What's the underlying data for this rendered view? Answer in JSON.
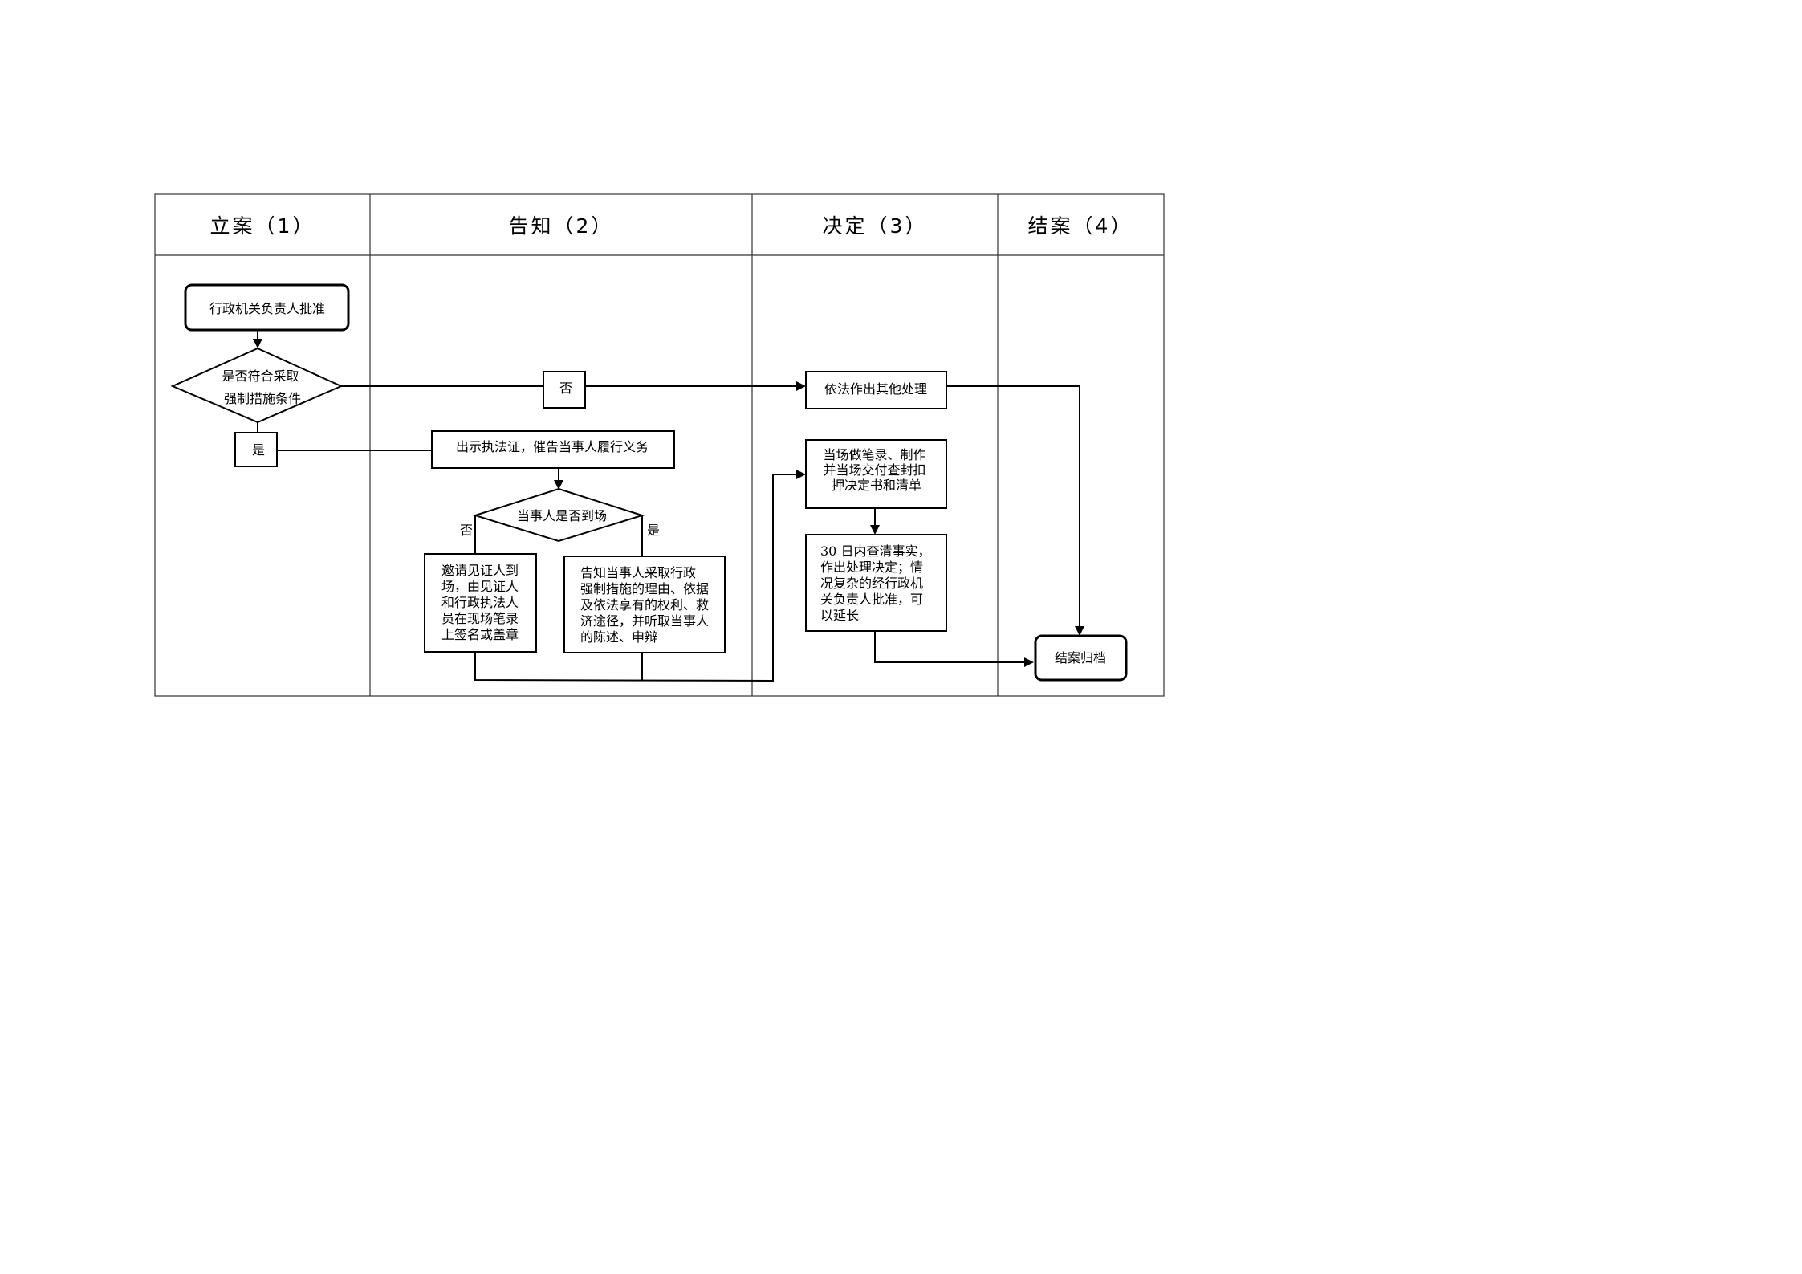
{
  "lanes": [
    {
      "id": "lane-1",
      "title": "立案（1）"
    },
    {
      "id": "lane-2",
      "title": "告知（2）"
    },
    {
      "id": "lane-3",
      "title": "决定（3）"
    },
    {
      "id": "lane-4",
      "title": "结案（4）"
    }
  ],
  "nodes": {
    "approve": {
      "shape": "rounded",
      "lines": [
        "行政机关负责人批准"
      ]
    },
    "condition": {
      "shape": "diamond",
      "lines": [
        "是否符合采取",
        "强制措施条件"
      ]
    },
    "no_label": {
      "shape": "rect",
      "lines": [
        "否"
      ]
    },
    "yes_label": {
      "shape": "rect",
      "lines": [
        "是"
      ]
    },
    "other": {
      "shape": "rect",
      "lines": [
        "依法作出其他处理"
      ]
    },
    "show_cert": {
      "shape": "rect",
      "lines": [
        "出示执法证，催告当事人履行义务"
      ]
    },
    "present": {
      "shape": "diamond",
      "lines": [
        "当事人是否到场"
      ]
    },
    "witness": {
      "shape": "rect",
      "lines": [
        "邀请见证人到",
        "场，由见证人",
        "和行政执法人",
        "员在现场笔录",
        "上签名或盖章"
      ]
    },
    "inform": {
      "shape": "rect",
      "lines": [
        "告知当事人采取行政",
        "强制措施的理由、依据",
        "及依法享有的权利、救",
        "济途径，并听取当事人",
        "的陈述、申辩"
      ]
    },
    "record": {
      "shape": "rect",
      "lines": [
        "当场做笔录、制作",
        "并当场交付查封扣",
        "押决定书和清单"
      ]
    },
    "investigate": {
      "shape": "rect",
      "lines": [
        "30 日内查清事实，",
        "作出处理决定；情",
        "况复杂的经行政机",
        "关负责人批准，可",
        "以延长"
      ]
    },
    "archive": {
      "shape": "rounded",
      "lines": [
        "结案归档"
      ]
    }
  },
  "edge_labels": {
    "absent": "否",
    "present_yes": "是"
  }
}
